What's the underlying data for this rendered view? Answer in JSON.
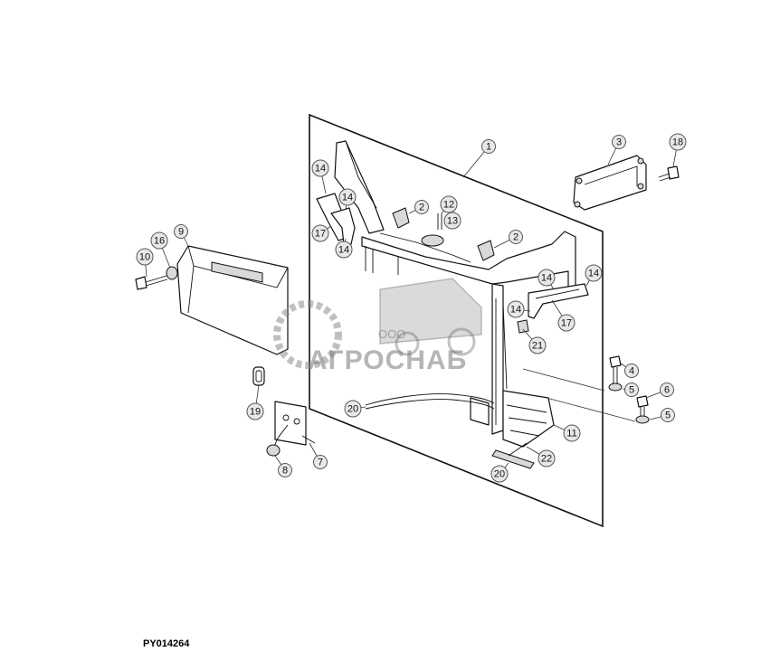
{
  "figure_id": "PY014264",
  "watermark": {
    "prefix": "ООО",
    "brand": "АГРОСНАБ",
    "color": "#8a8a8a"
  },
  "callouts": [
    {
      "label": "1"
    },
    {
      "label": "2"
    },
    {
      "label": "2"
    },
    {
      "label": "3"
    },
    {
      "label": "4"
    },
    {
      "label": "5"
    },
    {
      "label": "5"
    },
    {
      "label": "6"
    },
    {
      "label": "7"
    },
    {
      "label": "8"
    },
    {
      "label": "9"
    },
    {
      "label": "10"
    },
    {
      "label": "11"
    },
    {
      "label": "12"
    },
    {
      "label": "13"
    },
    {
      "label": "14"
    },
    {
      "label": "14"
    },
    {
      "label": "14"
    },
    {
      "label": "14"
    },
    {
      "label": "14"
    },
    {
      "label": "14"
    },
    {
      "label": "16"
    },
    {
      "label": "17"
    },
    {
      "label": "17"
    },
    {
      "label": "18"
    },
    {
      "label": "19"
    },
    {
      "label": "20"
    },
    {
      "label": "20"
    },
    {
      "label": "21"
    },
    {
      "label": "22"
    }
  ]
}
